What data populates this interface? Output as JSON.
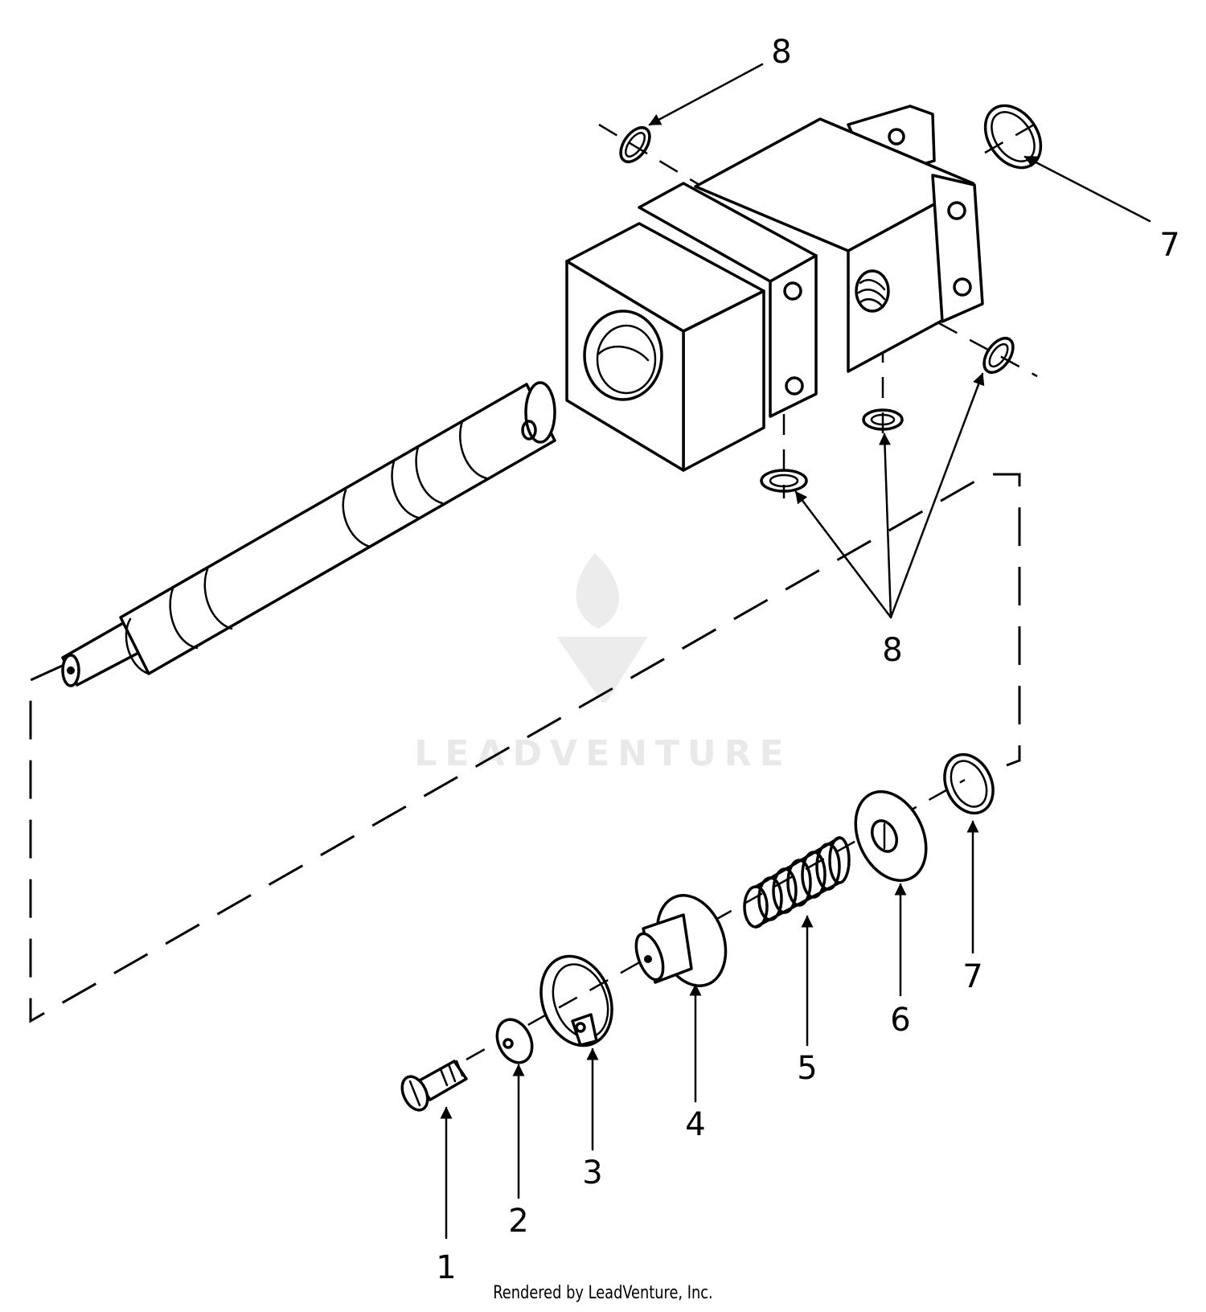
{
  "watermark": {
    "text": "LEADVENTURE"
  },
  "callouts": [
    {
      "id": "1",
      "label": "1",
      "part": "screw"
    },
    {
      "id": "2",
      "label": "2",
      "part": "washer"
    },
    {
      "id": "3",
      "label": "3",
      "part": "retaining-ring"
    },
    {
      "id": "4",
      "label": "4",
      "part": "valve-cap"
    },
    {
      "id": "5",
      "label": "5",
      "part": "spring"
    },
    {
      "id": "6",
      "label": "6",
      "part": "spring-seat"
    },
    {
      "id": "7a",
      "label": "7",
      "part": "o-ring"
    },
    {
      "id": "7b",
      "label": "7",
      "part": "o-ring"
    },
    {
      "id": "8a",
      "label": "8",
      "part": "o-ring"
    },
    {
      "id": "8b",
      "label": "8",
      "part": "o-ring"
    }
  ],
  "footer": {
    "credit": "Rendered by LeadVenture, Inc."
  }
}
